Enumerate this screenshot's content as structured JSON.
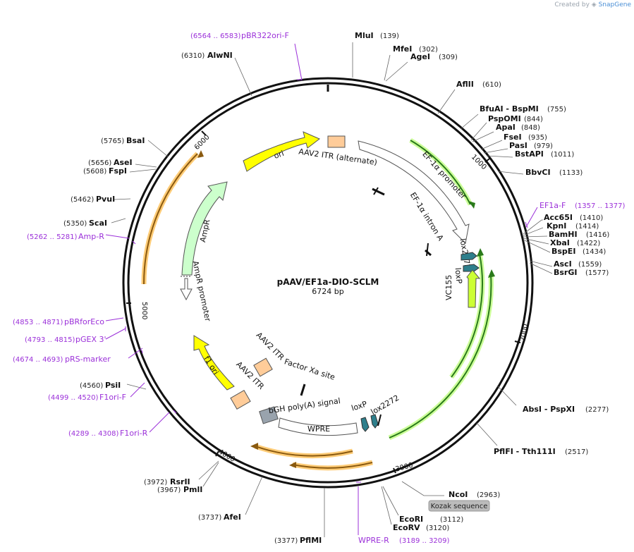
{
  "credit": {
    "prefix": "Created by",
    "brand": "SnapGene"
  },
  "plasmid": {
    "name": "pAAV/EF1a-DIO-SCLM",
    "size": "6724 bp"
  },
  "ticks": [
    "1000",
    "2000",
    "3000",
    "4000",
    "5000",
    "6000"
  ],
  "enzymes": [
    {
      "name": "MluI",
      "pos": "(139)"
    },
    {
      "name": "MfeI",
      "pos": "(302)"
    },
    {
      "name": "AgeI",
      "pos": "(309)"
    },
    {
      "name": "AflII",
      "pos": "(610)"
    },
    {
      "name": "BfuAI - BspMI",
      "pos": "(755)"
    },
    {
      "name": "PspOMI",
      "pos": "(844)"
    },
    {
      "name": "ApaI",
      "pos": "(848)"
    },
    {
      "name": "FseI",
      "pos": "(935)"
    },
    {
      "name": "PasI",
      "pos": "(979)"
    },
    {
      "name": "BstAPI",
      "pos": "(1011)"
    },
    {
      "name": "BbvCI",
      "pos": "(1133)"
    },
    {
      "name": "Acc65I",
      "pos": "(1410)"
    },
    {
      "name": "KpnI",
      "pos": "(1414)"
    },
    {
      "name": "BamHI",
      "pos": "(1416)"
    },
    {
      "name": "XbaI",
      "pos": "(1422)"
    },
    {
      "name": "BspEI",
      "pos": "(1434)"
    },
    {
      "name": "AscI",
      "pos": "(1559)"
    },
    {
      "name": "BsrGI",
      "pos": "(1577)"
    },
    {
      "name": "AbsI - PspXI",
      "pos": "(2277)"
    },
    {
      "name": "PflFI - Tth111I",
      "pos": "(2517)"
    },
    {
      "name": "NcoI",
      "pos": "(2963)"
    },
    {
      "name": "EcoRI",
      "pos": "(3112)"
    },
    {
      "name": "EcoRV",
      "pos": "(3120)"
    },
    {
      "name": "PflMI",
      "pos": "(3377)"
    },
    {
      "name": "AfeI",
      "pos": "(3737)"
    },
    {
      "name": "RsrII",
      "pos": "(3972)"
    },
    {
      "name": "PmlI",
      "pos": "(3967)"
    },
    {
      "name": "PsiI",
      "pos": "(4560)"
    },
    {
      "name": "ScaI",
      "pos": "(5350)"
    },
    {
      "name": "PvuI",
      "pos": "(5462)"
    },
    {
      "name": "AseI",
      "pos": "(5656)"
    },
    {
      "name": "FspI",
      "pos": "(5608)"
    },
    {
      "name": "BsaI",
      "pos": "(5765)"
    },
    {
      "name": "AlwNI",
      "pos": "(6310)"
    }
  ],
  "primers": [
    {
      "name": "pBR322ori-F",
      "range": "(6564 .. 6583)"
    },
    {
      "name": "EF1a-F",
      "range": "(1357 .. 1377)"
    },
    {
      "name": "WPRE-R",
      "range": "(3189 .. 3209)"
    },
    {
      "name": "F1ori-R",
      "range": "(4289 .. 4308)"
    },
    {
      "name": "F1ori-F",
      "range": "(4499 .. 4520)"
    },
    {
      "name": "pRS-marker",
      "range": "(4674 .. 4693)"
    },
    {
      "name": "pGEX 3'",
      "range": "(4793 .. 4815)"
    },
    {
      "name": "pBRforEco",
      "range": "(4853 .. 4871)"
    },
    {
      "name": "Amp-R",
      "range": "(5262 .. 5281)"
    }
  ],
  "features": {
    "ori": "ori",
    "itr_alt": "AAV2 ITR (alternate)",
    "ef1a_promoter": "EF-1α promoter",
    "ef1a_intron": "EF-1α intron A",
    "lox2272_a": "lox2272",
    "loxp_a": "loxP",
    "vc155": "VC155",
    "ampr": "AmpR",
    "ampr_promoter": "AmpR promoter",
    "f1_ori": "f1 ori",
    "itr_b": "AAV2 ITR",
    "itr_c": "AAV2 ITR",
    "factor_xa": "Factor Xa site",
    "bgh": "bGH poly(A) signal",
    "wpre": "WPRE",
    "loxp_b": "loxP",
    "lox2272_b": "lox2272",
    "kozak": "Kozak sequence"
  },
  "colors": {
    "backbone": "#111111",
    "primer": "#9b30d9",
    "ori": "#ffff00",
    "ampr": "#ccffcc",
    "itr": "#ffcc99",
    "vc155": "#ccff33",
    "lox": "#2e7f8c",
    "bgh": "#99a3ad",
    "orf_highlight_orange": "#ffcc77",
    "orf_highlight_green": "#ccff99"
  }
}
